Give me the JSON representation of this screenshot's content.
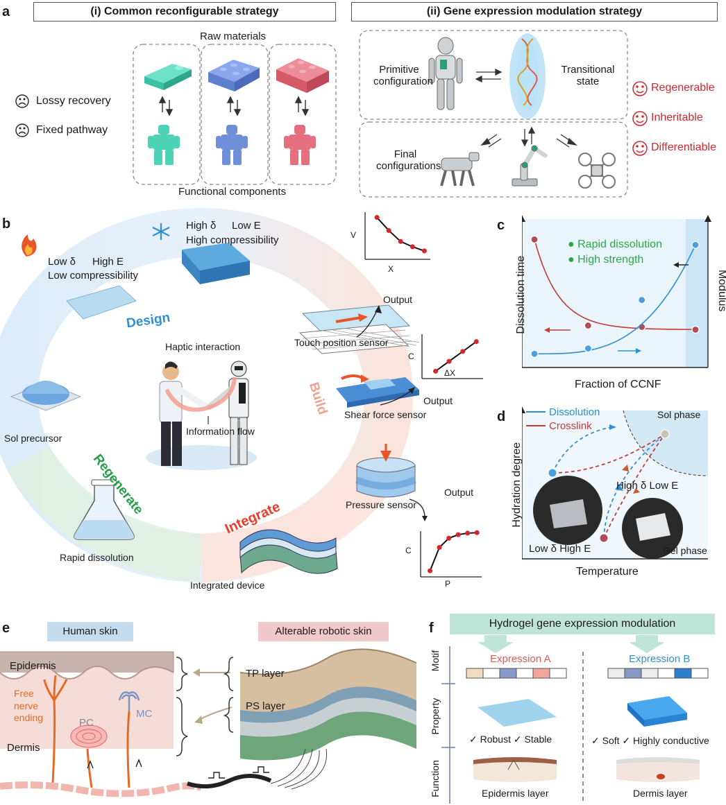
{
  "panel_a": {
    "letter": "a",
    "strategy_i": "(i) Common reconfigurable strategy",
    "strategy_ii": "(ii) Gene expression modulation strategy",
    "raw_materials": "Raw materials",
    "functional_components": "Functional components",
    "lossy_recovery": "Lossy recovery",
    "fixed_pathway": "Fixed pathway",
    "primitive_configuration": "Primitive configuration",
    "transitional_state": "Transitional state",
    "final_configurations": "Final configurations",
    "regenerable": "Regenerable",
    "inheritable": "Inheritable",
    "differentiable": "Differentiable",
    "colors": {
      "teal": "#4fd3b8",
      "blue": "#6f8fd8",
      "pink": "#e4707f",
      "red_text": "#d4262c"
    }
  },
  "panel_b": {
    "letter": "b",
    "high_delta": "High δ",
    "low_e": "Low E",
    "high_compressibility": "High compressibility",
    "low_delta": "Low δ",
    "high_e": "High E",
    "low_compressibility": "Low compressibility",
    "design": "Design",
    "build": "Build",
    "integrate": "Integrate",
    "regenerate": "Regenerate",
    "haptic_interaction": "Haptic interaction",
    "information_flow": "Information flow",
    "sol_precursor": "Sol precursor",
    "rapid_dissolution": "Rapid dissolution",
    "integrated_device": "Integrated device",
    "touch_position_sensor": "Touch position sensor",
    "shear_force_sensor": "Shear force sensor",
    "pressure_sensor": "Pressure sensor",
    "output": "Output",
    "plot1_ylabel": "V",
    "plot1_xlabel": "X",
    "plot2_ylabel": "C",
    "plot2_xlabel": "ΔX",
    "plot3_ylabel": "C",
    "plot3_xlabel": "P"
  },
  "panel_c": {
    "letter": "c",
    "rapid_dissolution": "Rapid dissolution",
    "high_strength": "High strength",
    "ylabel": "Dissolution time",
    "ylabel_right": "Modulus",
    "xlabel": "Fraction of CCNF"
  },
  "panel_d": {
    "letter": "d",
    "dissolution": "Dissolution",
    "crosslink": "Crosslink",
    "sol_phase": "Sol phase",
    "gel_phase": "Gel phase",
    "high_delta_low_e": "High δ  Low E",
    "low_delta_high_e": "Low δ  High E",
    "ylabel": "Hydration degree",
    "xlabel": "Temperature"
  },
  "panel_e": {
    "letter": "e",
    "human_skin": "Human skin",
    "robotic_skin": "Alterable robotic skin",
    "epidermis": "Epidermis",
    "dermis": "Dermis",
    "free_nerve_ending": "Free nerve ending",
    "pc": "PC",
    "mc": "MC",
    "tp_layer": "TP layer",
    "ps_layer": "PS layer"
  },
  "panel_f": {
    "letter": "f",
    "title": "Hydrogel gene expression modulation",
    "expression_a": "Expression A",
    "expression_b": "Expression B",
    "motif": "Motif",
    "property": "Property",
    "function": "Function",
    "robust_stable": "✓ Robust  ✓ Stable",
    "soft_conductive": "✓ Soft  ✓ Highly conductive",
    "epidermis_layer": "Epidermis layer",
    "dermis_layer": "Dermis layer"
  },
  "chart_data": [
    {
      "type": "scatter",
      "panel": "b-top",
      "xlabel": "X",
      "ylabel": "V",
      "description": "decaying curve",
      "x": [
        1,
        2,
        3,
        4,
        5
      ],
      "y": [
        8,
        5.5,
        3.4,
        2.4,
        1.6
      ]
    },
    {
      "type": "scatter",
      "panel": "b-middle",
      "xlabel": "ΔX",
      "ylabel": "C",
      "x": [
        1,
        2,
        3,
        4
      ],
      "y": [
        1.5,
        3.5,
        5.5,
        7.5
      ]
    },
    {
      "type": "scatter",
      "panel": "b-bottom",
      "xlabel": "P",
      "ylabel": "C",
      "x": [
        1,
        2,
        3,
        4,
        5,
        6
      ],
      "y": [
        1.2,
        5.8,
        7.6,
        8.3,
        8.6,
        8.7
      ]
    },
    {
      "type": "scatter",
      "panel": "c",
      "xlabel": "Fraction of CCNF",
      "ylabel": "Dissolution time",
      "ylabel_right": "Modulus",
      "series": [
        {
          "name": "",
          "values": [
            9,
            2.6,
            2.5,
            2.3
          ]
        },
        {
          "name": "",
          "values": [
            0.5,
            0.9,
            4.5,
            8.6
          ]
        }
      ],
      "x": [
        0,
        1,
        2,
        3
      ]
    }
  ]
}
